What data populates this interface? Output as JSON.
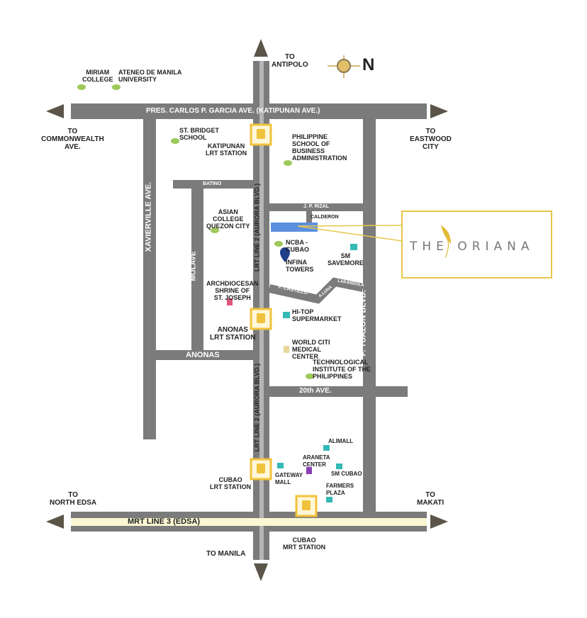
{
  "roads": {
    "katipunan": "PRES. CARLOS P. GARCIA AVE. (KATIPUNAN AVE.)",
    "batino": "BATINO",
    "jp_rizal": "J. P. RIZAL",
    "calderon": "CALDERON",
    "xavierville": "XAVIERVILLE AVE.",
    "molave": "MOLAVE",
    "anonas": "ANONAS",
    "lrt_upper": "LRT LINE 2 (AURORA BLVD.)",
    "lrt_lower": "LRT LINE 2 (AURORA BLVD.)",
    "p_tuazon": "P. TUAZON BLVD.",
    "f_castillo": "F. CASTILLO",
    "a_luna": "A.LUNA",
    "lakandula": "LAKANDULA",
    "twentieth": "20th AVE.",
    "edsa": "MRT LINE 3 (EDSA)"
  },
  "directions": {
    "antipolo": "TO\nANTIPOLO",
    "commonwealth": "TO\nCOMMONWEALTH\nAVE.",
    "eastwood": "TO\nEASTWOOD\nCITY",
    "north_edsa": "TO\nNORTH EDSA",
    "makati": "TO\nMAKATI",
    "manila": "TO MANILA"
  },
  "compass": "N",
  "landmarks": {
    "miriam": "MIRIAM\nCOLLEGE",
    "ateneo": "ATENEO DE MANILA\nUNIVERSITY",
    "st_bridget": "ST. BRIDGET\nSCHOOL",
    "katipunan_lrt": "KATIPUNAN\nLRT STATION",
    "psba": "PHILIPPINE\nSCHOOL OF\nBUSINESS\nADMINISTRATION",
    "asian_college": "ASIAN\nCOLLEGE\nQUEZON CITY",
    "ncba": "NCBA -\nCUBAO",
    "infina": "INFINA\nTOWERS",
    "sm_savemore": "SM\nSAVEMORE",
    "shrine": "ARCHDIOCESAN\nSHRINE OF\nST. JOSEPH",
    "anonas_lrt": "ANONAS\nLRT STATION",
    "hitop": "HI-TOP\nSUPERMARKET",
    "world_citi": "WORLD CITI\nMEDICAL\nCENTER",
    "tip": "TECHNOLOGICAL\nINSTITUTE OF THE\nPHILIPPINES",
    "alimall": "ALIMALL",
    "araneta": "ARANETA\nCENTER",
    "gateway": "GATEWAY\nMALL",
    "sm_cubao": "SM CUBAO",
    "farmers": "FARMERS\nPLAZA",
    "cubao_lrt": "CUBAO\nLRT STATION",
    "cubao_mrt": "CUBAO\nMRT STATION"
  },
  "callout": {
    "brand": "THE ORIANA"
  },
  "colors": {
    "road": "#7b7b7b",
    "station": "#f0c23c",
    "site": "#5b8fe0",
    "school": "#9cc95a",
    "mall": "#35b9b5",
    "callout_border": "#e8c64a"
  }
}
